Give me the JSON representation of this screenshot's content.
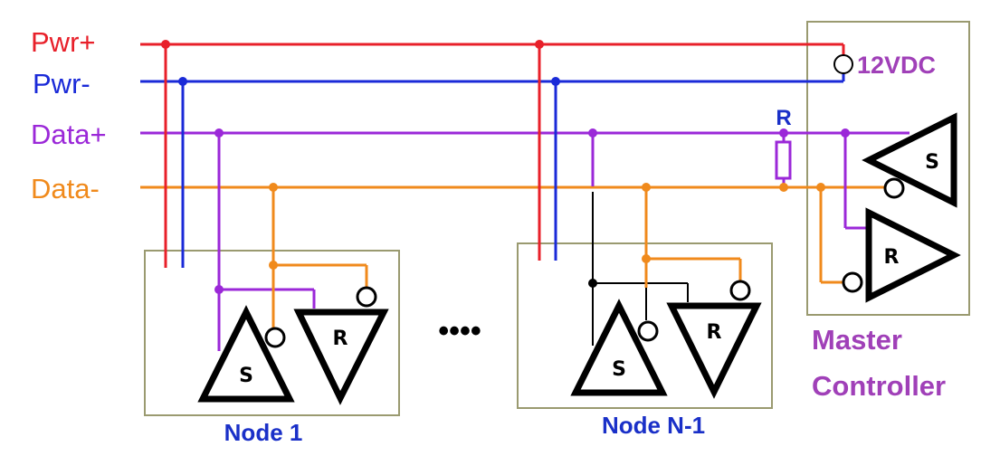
{
  "colors": {
    "pwr_plus": "#e8202a",
    "pwr_minus": "#1a2ad8",
    "data_plus": "#9b28d8",
    "data_minus": "#f08a1c",
    "box_border": "#9a9a70",
    "node_label": "#1a30c8",
    "master_label": "#a040b8",
    "symbol": "#000000"
  },
  "bus": {
    "pwr_plus": "Pwr+",
    "pwr_minus": "Pwr-",
    "data_plus": "Data+",
    "data_minus": "Data-"
  },
  "nodes": [
    {
      "label": "Node 1",
      "sender": "S",
      "receiver": "R"
    },
    {
      "label": "Node N-1",
      "sender": "S",
      "receiver": "R"
    }
  ],
  "ellipsis": "••••",
  "master": {
    "label_line1": "Master",
    "label_line2": "Controller",
    "power": "12VDC",
    "sender": "S",
    "receiver": "R"
  },
  "terminator": {
    "label": "R"
  }
}
